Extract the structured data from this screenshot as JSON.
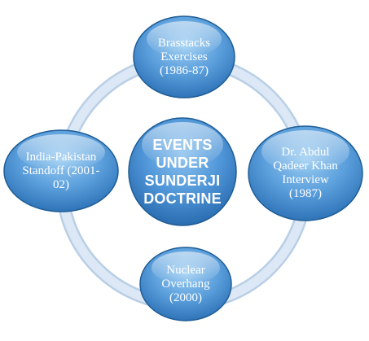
{
  "center": {
    "lines": [
      "EVENTS",
      "UNDER",
      "SUNDERJI",
      "DOCTRINE"
    ]
  },
  "nodes": [
    {
      "id": "top",
      "lines": [
        "Brasstacks",
        "Exercises",
        "(1986-87)"
      ]
    },
    {
      "id": "right",
      "lines": [
        "Dr. Abdul",
        "Qadeer Khan",
        "Interview",
        "(1987)"
      ]
    },
    {
      "id": "bottom",
      "lines": [
        "Nuclear",
        "Overhang",
        "(2000)"
      ]
    },
    {
      "id": "left",
      "lines": [
        "India-Pakistan",
        "Standoff (2001-",
        "02)"
      ]
    }
  ],
  "colors": {
    "node_fill_light": "#8fc3ec",
    "node_fill_dark": "#2f78bb",
    "node_stroke": "#1f5d96",
    "ring": "#cfe0f1",
    "ring_edge": "#b9cfe6"
  }
}
